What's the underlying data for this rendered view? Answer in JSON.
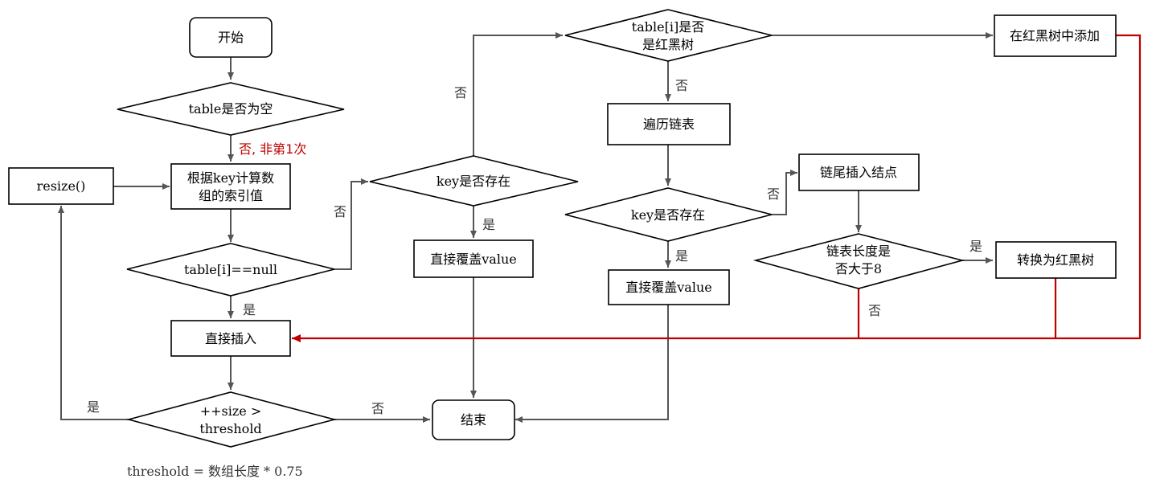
{
  "nodes": {
    "start": "开始",
    "table_empty": "table是否为空",
    "compute_index": [
      "根据key计算数",
      "组的索引值"
    ],
    "resize": "resize()",
    "table_i_null": "table[i]==null",
    "direct_insert": "直接插入",
    "size_check": [
      "++size >",
      "threshold"
    ],
    "end": "结束",
    "key_exists_1": "key是否存在",
    "overwrite_1": "直接覆盖value",
    "is_rbtree": [
      "table[i]是否",
      "是红黑树"
    ],
    "traverse_list": "遍历链表",
    "key_exists_2": "key是否存在",
    "overwrite_2": "直接覆盖value",
    "add_in_rbtree": "在红黑树中添加",
    "tail_insert": "链尾插入结点",
    "length_check": [
      "链表长度是",
      "否大于8"
    ],
    "to_rbtree": "转换为红黑树"
  },
  "labels": {
    "no_not_first": "否, 非第1次",
    "no_key1": "否",
    "yes_null": "是",
    "no_rbtree": "否",
    "yes_key1": "是",
    "no_traverse": "否",
    "no_key2": "否",
    "yes_key2": "是",
    "yes_length": "是",
    "no_length": "否",
    "yes_resize": "是",
    "no_size": "否"
  },
  "footer": {
    "formula": "threshold = 数组长度 * 0.75"
  },
  "colors": {
    "line": "#555555",
    "red_line": "#c00000",
    "red_label": "#c00000"
  }
}
